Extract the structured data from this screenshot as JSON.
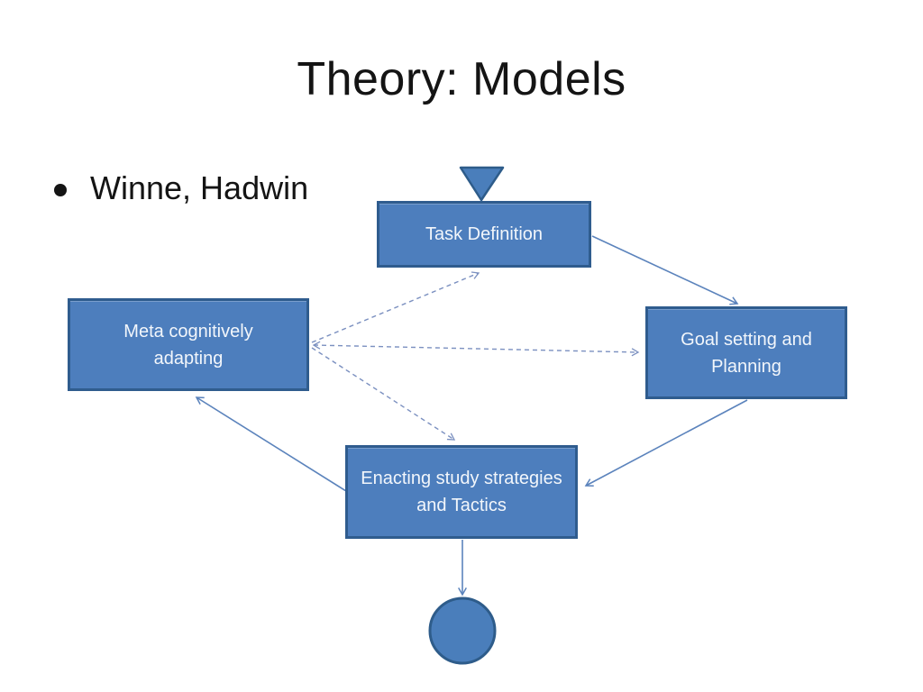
{
  "slide": {
    "title": "Theory: Models",
    "bullets": [
      {
        "label": "Winne, Hadwin"
      }
    ]
  },
  "diagram": {
    "nodes": [
      {
        "id": "task-definition",
        "label": "Task Definition",
        "shape": "rectangle"
      },
      {
        "id": "meta-cognitively-adapting",
        "label": "Meta cognitively adapting",
        "shape": "rectangle"
      },
      {
        "id": "goal-setting-and-planning",
        "label": "Goal setting and Planning",
        "shape": "rectangle"
      },
      {
        "id": "enacting-study-strategies",
        "label": "Enacting study strategies and Tactics",
        "shape": "rectangle"
      },
      {
        "id": "start-marker",
        "label": "",
        "shape": "triangle-down"
      },
      {
        "id": "end-marker",
        "label": "",
        "shape": "circle"
      }
    ],
    "edges": [
      {
        "from": "start-marker",
        "to": "task-definition",
        "style": "abut"
      },
      {
        "from": "task-definition",
        "to": "goal-setting-and-planning",
        "style": "solid-arrow"
      },
      {
        "from": "goal-setting-and-planning",
        "to": "enacting-study-strategies",
        "style": "solid-arrow"
      },
      {
        "from": "enacting-study-strategies",
        "to": "meta-cognitively-adapting",
        "style": "solid-arrow"
      },
      {
        "from": "enacting-study-strategies",
        "to": "end-marker",
        "style": "solid-arrow"
      },
      {
        "from": "meta-cognitively-adapting",
        "to": "task-definition",
        "style": "dashed-arrow"
      },
      {
        "from": "meta-cognitively-adapting",
        "to": "goal-setting-and-planning",
        "style": "dashed-double-arrow"
      },
      {
        "from": "meta-cognitively-adapting",
        "to": "enacting-study-strategies",
        "style": "dashed-arrow"
      }
    ],
    "colors": {
      "node_fill": "#4d7ebd",
      "node_border": "#2f5c8e",
      "node_text": "#f2f6fb",
      "solid_connector": "#5b83bc",
      "dashed_connector": "#7b90c0",
      "title_text": "#141414"
    }
  }
}
